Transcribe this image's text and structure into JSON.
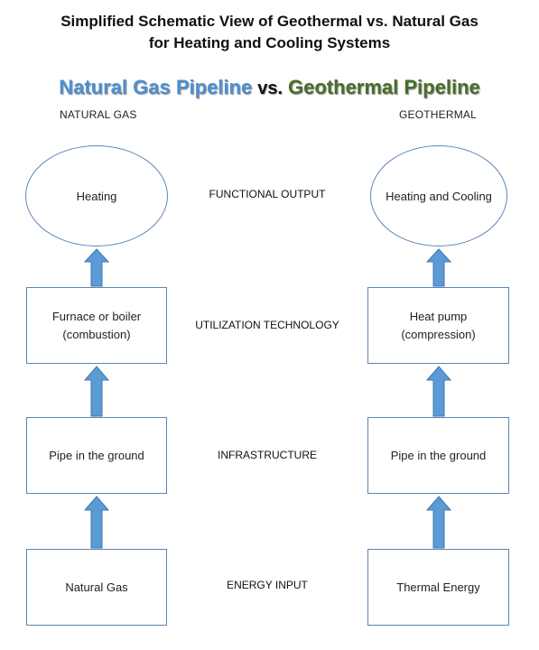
{
  "title_line1": "Simplified Schematic View of Geothermal vs. Natural Gas",
  "title_line2": "for Heating and Cooling Systems",
  "headline": {
    "left": "Natural Gas Pipeline",
    "middle": "vs.",
    "right": "Geothermal Pipeline"
  },
  "columns": {
    "left_header": "NATURAL GAS",
    "right_header": "GEOTHERMAL"
  },
  "stages": {
    "output": "FUNCTIONAL OUTPUT",
    "utilization": "UTILIZATION TECHNOLOGY",
    "infrastructure": "INFRASTRUCTURE",
    "input": "ENERGY INPUT"
  },
  "natural_gas": {
    "output": "Heating",
    "utilization": "Furnace or boiler\n(combustion)",
    "infrastructure": "Pipe in the ground",
    "input": "Natural Gas"
  },
  "geothermal": {
    "output": "Heating and Cooling",
    "utilization": "Heat pump\n(compression)",
    "infrastructure": "Pipe in the ground",
    "input": "Thermal Energy"
  },
  "colors": {
    "natural_gas_title": "#4e8fd1",
    "geothermal_title": "#476e2a",
    "arrow_fill": "#5b9bd5",
    "arrow_stroke": "#3f75ad",
    "box_border": "#5b86b8"
  }
}
